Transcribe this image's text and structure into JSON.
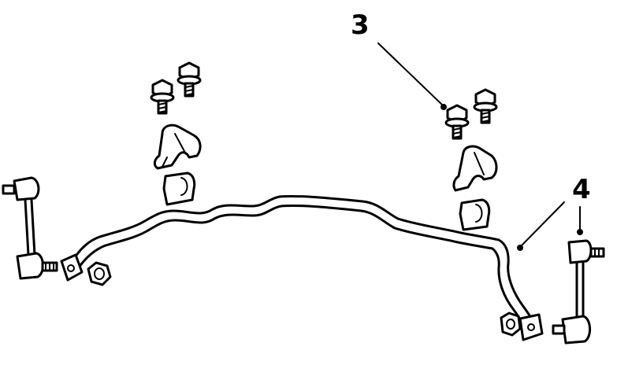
{
  "callouts": [
    {
      "id": "callout-3",
      "label": "3"
    },
    {
      "id": "callout-4",
      "label": "4"
    }
  ],
  "parts": {
    "stabilizer_bar": "stabilizer-bar",
    "bushing": "bushing",
    "bracket": "bushing-bracket",
    "bolt": "flange-bolt",
    "link": "stabilizer-link",
    "nut": "flange-nut"
  },
  "colors": {
    "ink": "#000000",
    "background": "#ffffff"
  }
}
